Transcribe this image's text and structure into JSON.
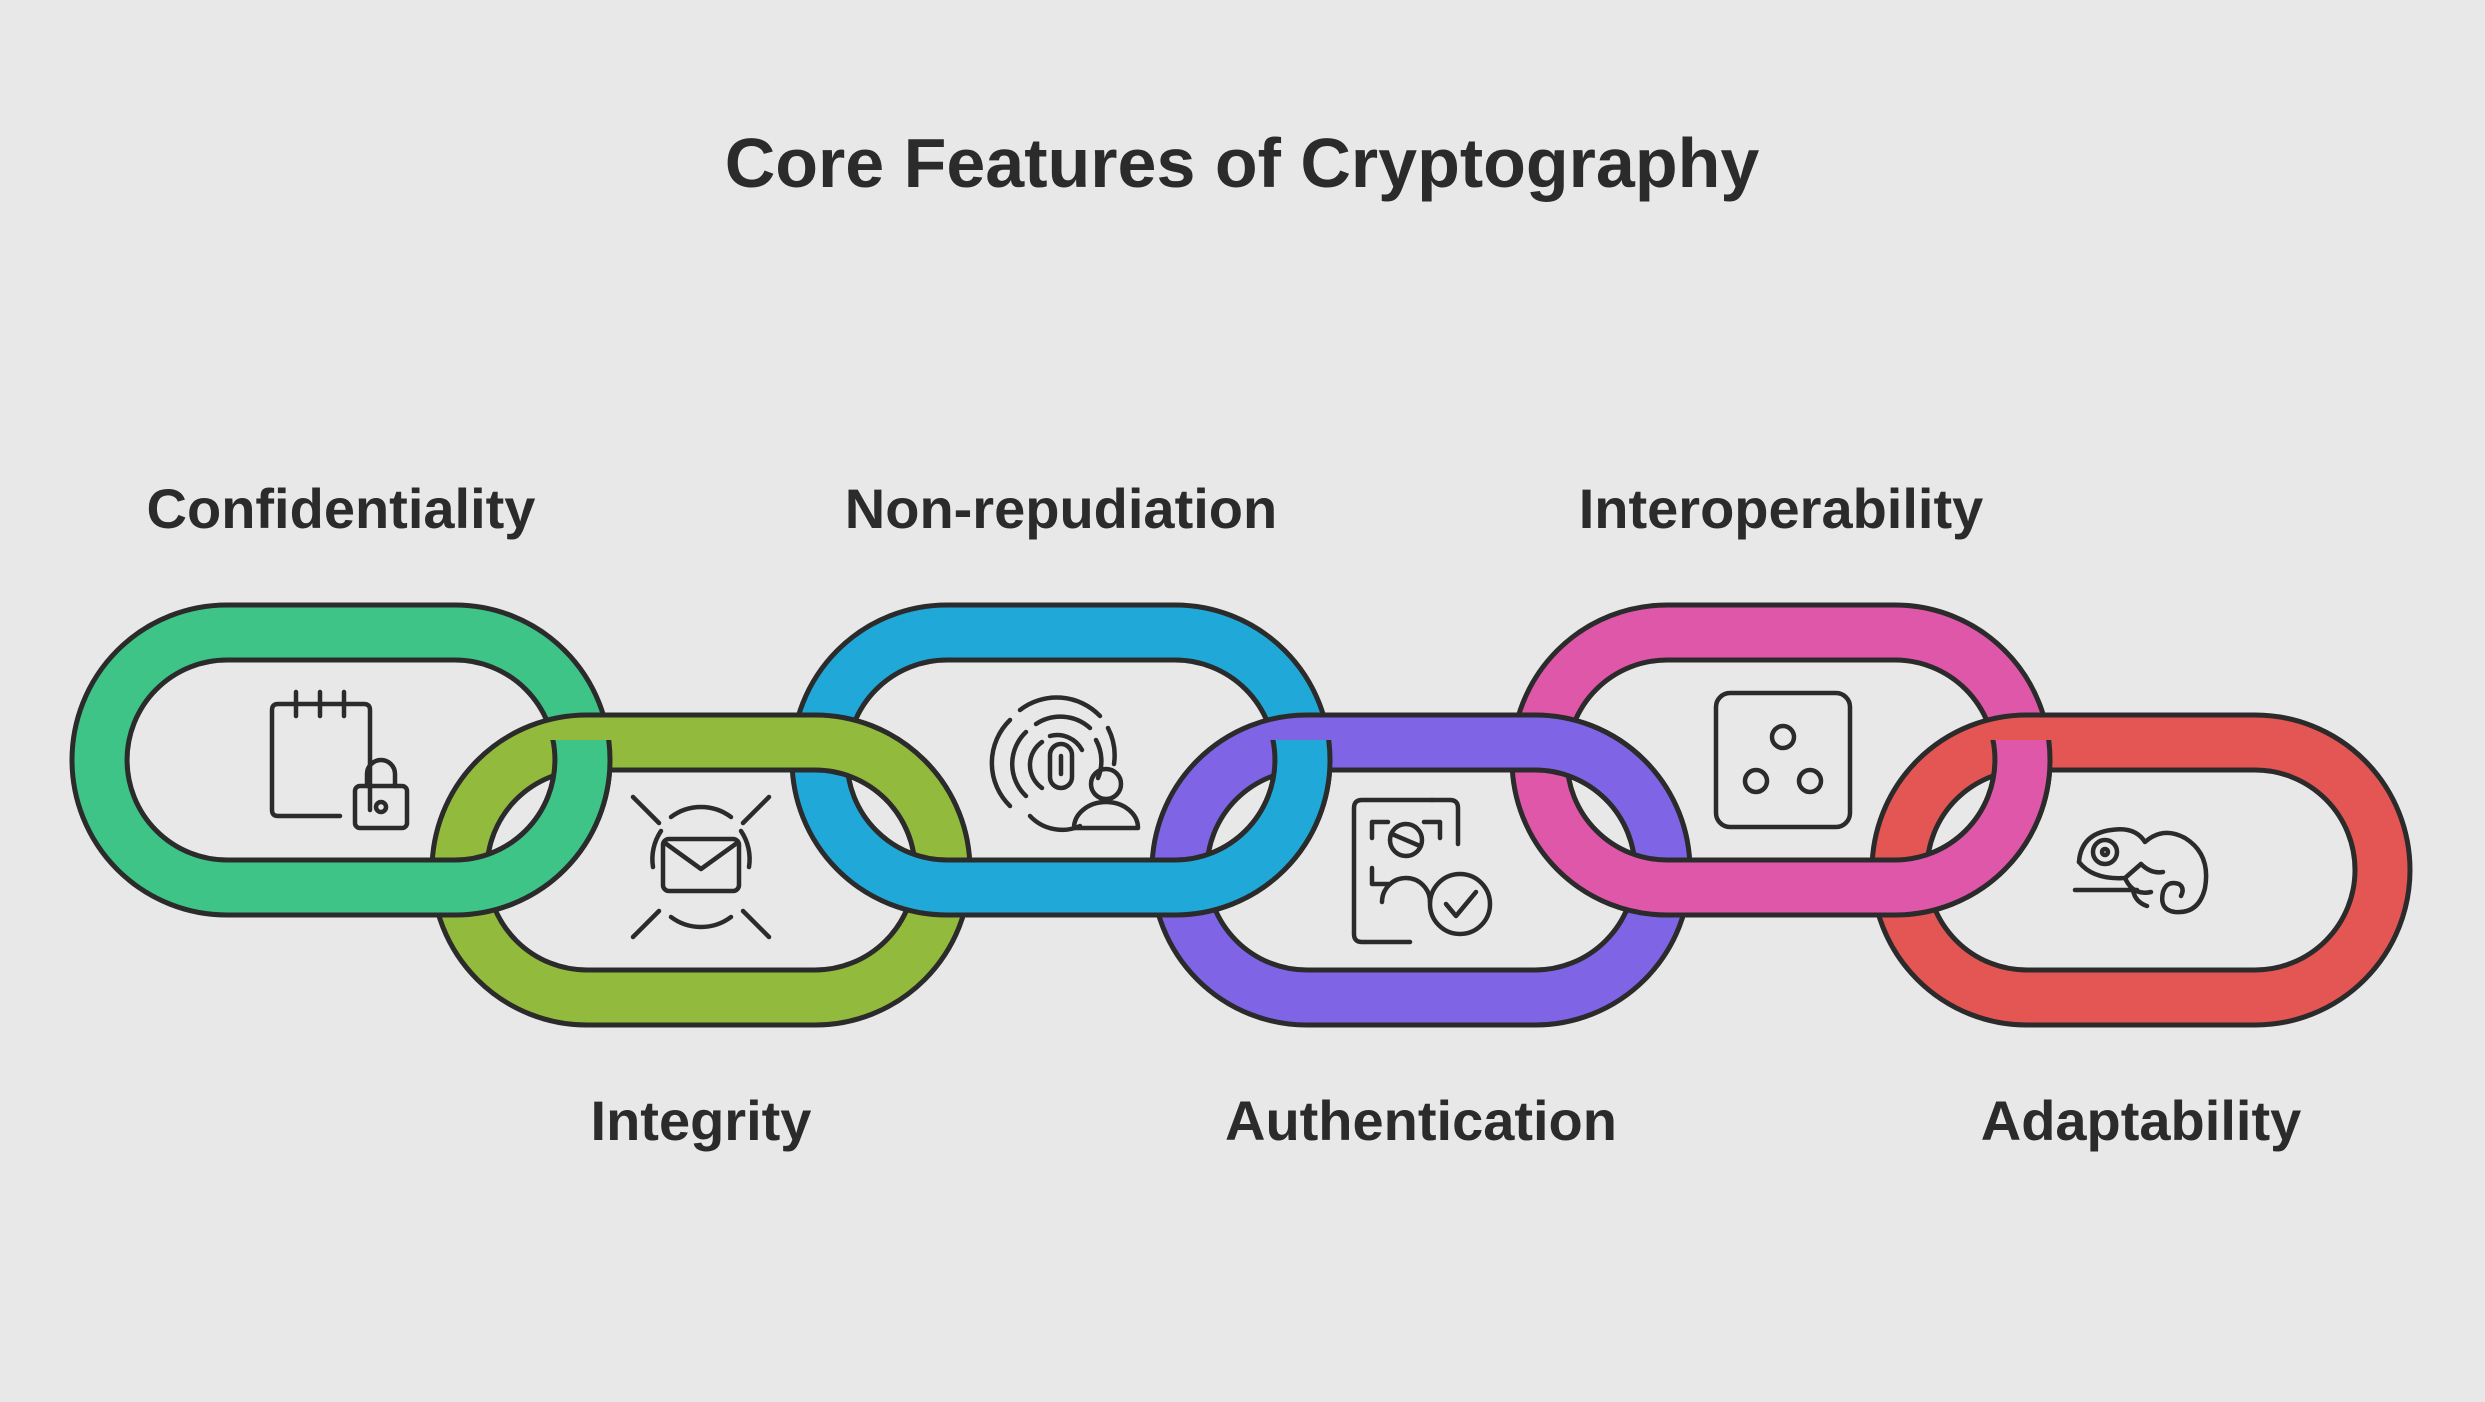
{
  "title": "Core Features of Cryptography",
  "features": [
    {
      "label": "Confidentiality",
      "color": "#3ec487",
      "icon": "calendar-lock-icon"
    },
    {
      "label": "Integrity",
      "color": "#92bb3d",
      "icon": "envelope-target-icon"
    },
    {
      "label": "Non-repudiation",
      "color": "#20a9d8",
      "icon": "fingerprint-user-icon"
    },
    {
      "label": "Authentication",
      "color": "#7f65e6",
      "icon": "face-scan-check-icon"
    },
    {
      "label": "Interoperability",
      "color": "#df57a9",
      "icon": "dice-three-icon"
    },
    {
      "label": "Adaptability",
      "color": "#e35653",
      "icon": "chameleon-icon"
    }
  ]
}
